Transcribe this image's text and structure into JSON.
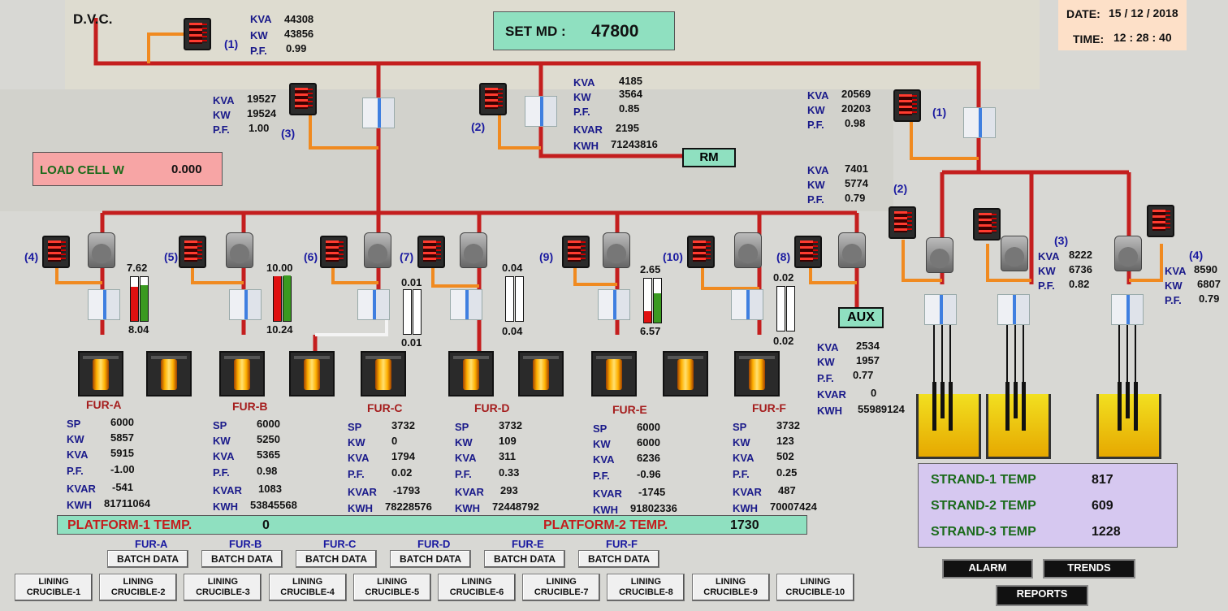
{
  "header": {
    "company": "D.V.C.",
    "set_md_label": "SET MD :",
    "set_md_value": "47800",
    "date_label": "DATE:",
    "date_value": "15 / 12 / 2018",
    "time_label": "TIME:",
    "time_value": "12 : 28 : 40"
  },
  "main_meter": {
    "index": "(1)",
    "kva": "44308",
    "kw": "43856",
    "pf": "0.99"
  },
  "labels": {
    "kva": "KVA",
    "kw": "KW",
    "pf": "P.F.",
    "kvar": "KVAR",
    "kwh": "KWH",
    "sp": "SP"
  },
  "feeder3": {
    "index": "(3)",
    "kva": "19527",
    "kw": "19524",
    "pf": "1.00"
  },
  "feeder2": {
    "index": "(2)",
    "kva": "4185",
    "kw": "3564",
    "pf": "0.85",
    "kvar": "2195",
    "kwh": "71243816",
    "tag": "RM"
  },
  "feeder1b": {
    "index": "(1)",
    "kva": "20569",
    "kw": "20203",
    "pf": "0.98"
  },
  "load_cell": {
    "label": "LOAD CELL W",
    "value": "0.000"
  },
  "aux_meter": {
    "index": "(8)",
    "kva": "7401",
    "kw": "5774",
    "pf": "0.79",
    "tag": "AUX",
    "kva2": "2534",
    "kw2": "1957",
    "pf2": "0.77",
    "kvar": "0",
    "kwh": "55989124"
  },
  "idx": {
    "i4": "(4)",
    "i5": "(5)",
    "i6": "(6)",
    "i7": "(7)",
    "i9": "(9)",
    "i10": "(10)",
    "s2": "(2)",
    "s3": "(3)",
    "s4": "(4)"
  },
  "bars": [
    {
      "top": "7.62",
      "bottom": "8.04"
    },
    {
      "top": "10.00",
      "bottom": "10.24"
    },
    {
      "top": "0.01",
      "bottom": "0.01"
    },
    {
      "top": "0.04",
      "bottom": "0.04"
    },
    {
      "top": "2.65",
      "bottom": "6.57"
    },
    {
      "top": "0.02",
      "bottom": "0.02"
    }
  ],
  "furnaces": [
    {
      "name": "FUR-A",
      "sp": "6000",
      "kw": "5857",
      "kva": "5915",
      "pf": "-1.00",
      "kvar": "-541",
      "kwh": "81711064"
    },
    {
      "name": "FUR-B",
      "sp": "6000",
      "kw": "5250",
      "kva": "5365",
      "pf": "0.98",
      "kvar": "1083",
      "kwh": "53845568"
    },
    {
      "name": "FUR-C",
      "sp": "3732",
      "kw": "0",
      "kva": "1794",
      "pf": "0.02",
      "kvar": "-1793",
      "kwh": "78228576"
    },
    {
      "name": "FUR-D",
      "sp": "3732",
      "kw": "109",
      "kva": "311",
      "pf": "0.33",
      "kvar": "293",
      "kwh": "72448792"
    },
    {
      "name": "FUR-E",
      "sp": "6000",
      "kw": "6000",
      "kva": "6236",
      "pf": "-0.96",
      "kvar": "-1745",
      "kwh": "91802336"
    },
    {
      "name": "FUR-F",
      "sp": "3732",
      "kw": "123",
      "kva": "502",
      "pf": "0.25",
      "kvar": "487",
      "kwh": "70007424"
    }
  ],
  "strand_meters": [
    {
      "kva": "8222",
      "kw": "6736",
      "pf": "0.82"
    },
    {
      "kva": "8590",
      "kw": "6807",
      "pf": "0.79"
    }
  ],
  "platform": {
    "p1_label": "PLATFORM-1 TEMP.",
    "p1_value": "0",
    "p2_label": "PLATFORM-2 TEMP.",
    "p2_value": "1730"
  },
  "strands": [
    {
      "label": "STRAND-1 TEMP",
      "value": "817"
    },
    {
      "label": "STRAND-2 TEMP",
      "value": "609"
    },
    {
      "label": "STRAND-3 TEMP",
      "value": "1228"
    }
  ],
  "batch": [
    {
      "name": "FUR-A",
      "btn": "BATCH DATA"
    },
    {
      "name": "FUR-B",
      "btn": "BATCH DATA"
    },
    {
      "name": "FUR-C",
      "btn": "BATCH DATA"
    },
    {
      "name": "FUR-D",
      "btn": "BATCH DATA"
    },
    {
      "name": "FUR-E",
      "btn": "BATCH DATA"
    },
    {
      "name": "FUR-F",
      "btn": "BATCH DATA"
    }
  ],
  "lining": [
    "CRUCIBLE-1",
    "CRUCIBLE-2",
    "CRUCIBLE-3",
    "CRUCIBLE-4",
    "CRUCIBLE-5",
    "CRUCIBLE-6",
    "CRUCIBLE-7",
    "CRUCIBLE-8",
    "CRUCIBLE-9",
    "CRUCIBLE-10"
  ],
  "lining_word": "LINING",
  "buttons": {
    "alarm": "ALARM",
    "trends": "TRENDS",
    "reports": "REPORTS"
  },
  "colors": {
    "bus": "#c41e1e",
    "link": "#f08a20",
    "green_box": "#8fe0c0",
    "pink_box": "#f7a5a5",
    "purple_box": "#d6c8f0",
    "bar_red": "#e01010",
    "bar_green": "#3a9a20"
  }
}
